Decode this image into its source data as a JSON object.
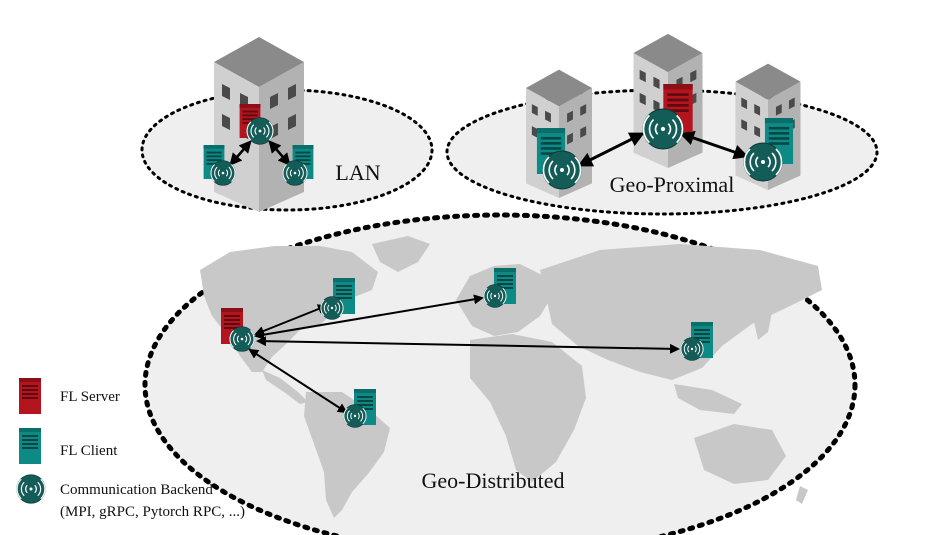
{
  "regions": {
    "lan": "LAN",
    "geo_proximal": "Geo-Proximal",
    "geo_distributed": "Geo-Distributed"
  },
  "legend": {
    "server": "FL Server",
    "client": "FL Client",
    "backend_line1": "Communication Backend",
    "backend_line2": "(MPI, gRPC, Pytorch RPC, ...)"
  },
  "colors": {
    "server": "#b3141e",
    "client": "#0d8a85",
    "backend": "#145c58",
    "ellipse_fill": "#efefef",
    "map_land": "#c8c8c8",
    "building_front": "#d0d0d0",
    "building_side": "#b2b2b2",
    "building_roof": "#8a8a8a",
    "window": "#4a4a4a"
  },
  "icons": {
    "server": "server-rack-icon",
    "client": "client-rack-icon",
    "backend": "wireless-signal-icon",
    "building": "office-building-icon"
  }
}
